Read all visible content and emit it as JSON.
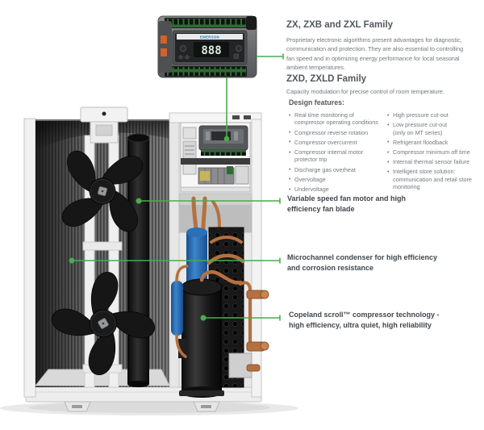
{
  "colors": {
    "accent_green": "#4aab4f",
    "heading": "#53585d",
    "body_text": "#75797d",
    "callout_text": "#40474d",
    "copper": "#b5703f",
    "accumulator_blue": "#2a6fb8",
    "brand_blue": "#1f6fb5"
  },
  "controller_image": {
    "brand": "EMERSON",
    "display": "888"
  },
  "sections": {
    "zx_family": {
      "title": "ZX, ZXB and ZXL Family",
      "body": "Proprietary electronic algorithms present advantages for diagnostic,\ncommunication and protection. They are also essential to controlling\nfan speed and in optimizing energy performance for local seasonal\nambient temperatures."
    },
    "zxd_family": {
      "title": "ZXD, ZXLD Family",
      "body": "Capacity modulation for precise control of room temperature."
    },
    "design_features": {
      "title": "Design features:",
      "left": [
        "Real time monitoring of\ncompressor operating conditions",
        "Compressor reverse rotation",
        "Compressor overcurrent",
        "Compressor internal motor\nprotector trip",
        "Discharge gas overheat",
        "Overvoltage",
        "Undervoltage"
      ],
      "right": [
        "High pressure cut-out",
        "Low pressure cut-out\n(only on MT series)",
        "Refrigerant floodback",
        "Compressor minimum off time",
        "Internal thermal sensor failure",
        "Intelligent store solution:\ncommunication and retail store\nmonitoring"
      ]
    }
  },
  "callouts": {
    "fan": "Variable speed fan motor and high\nefficiency fan blade",
    "condenser": "Microchannel condenser for high efficiency\nand corrosion resistance",
    "compressor": "Copeland scroll™ compressor technology -\nhigh efficiency, ultra quiet, high reliability"
  }
}
